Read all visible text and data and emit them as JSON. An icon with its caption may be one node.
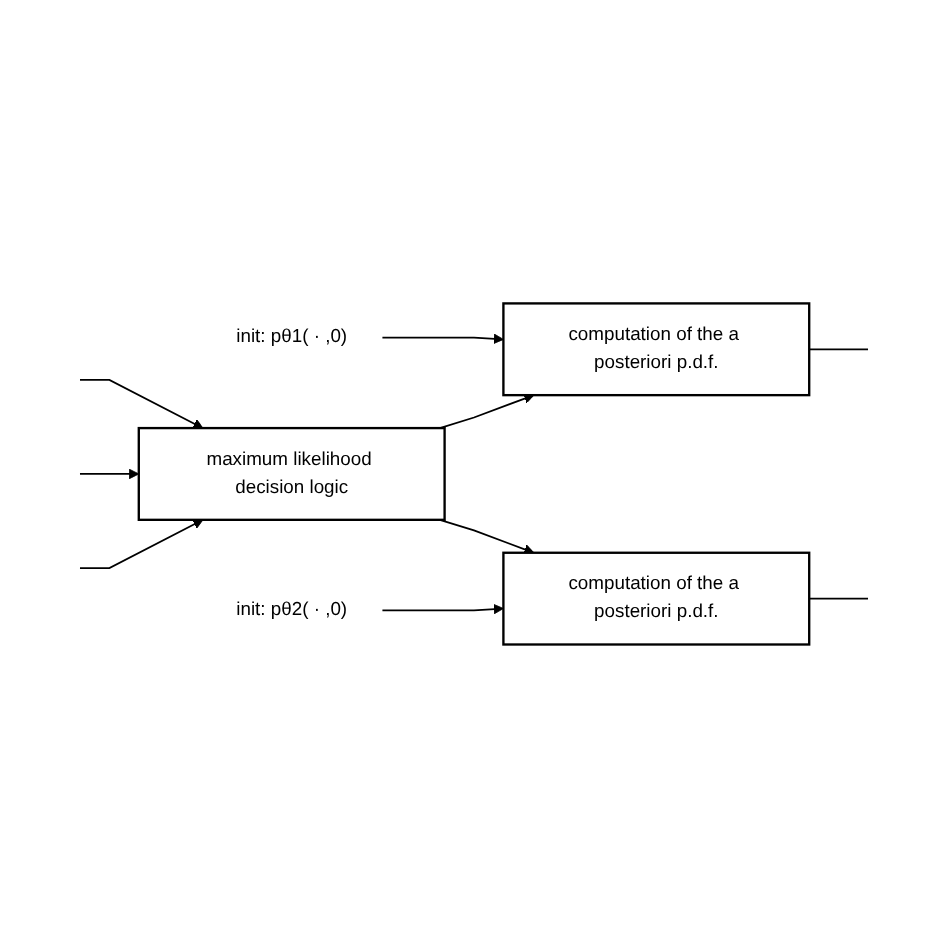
{
  "diagram": {
    "nodes": [
      {
        "text": [
          "init: pθ1( · ,0)"
        ]
      },
      {
        "text": [
          "computation of the a posteriori p.d.f."
        ]
      },
      {
        "text": [
          "maximum likelihood decision logic"
        ]
      },
      {
        "text": [
          "computation of the a posteriori p.d.f."
        ]
      },
      {
        "text": [
          "init: pθ2( · ,0)"
        ]
      }
    ],
    "edges": [
      {
        "from": 0,
        "to": 1,
        "arrow": "to"
      },
      {
        "from": null,
        "to": 2,
        "arrow": "to"
      },
      {
        "from": 2,
        "to": 1,
        "arrow": "to"
      },
      {
        "from": 1,
        "to": null,
        "arrow": "none"
      },
      {
        "from": null,
        "to": 2,
        "arrow": "to"
      },
      {
        "from": null,
        "to": 2,
        "arrow": "to"
      },
      {
        "from": 2,
        "to": 3,
        "arrow": "to"
      },
      {
        "from": 3,
        "to": null,
        "arrow": "none"
      },
      {
        "from": 4,
        "to": 3,
        "arrow": "to"
      }
    ]
  }
}
